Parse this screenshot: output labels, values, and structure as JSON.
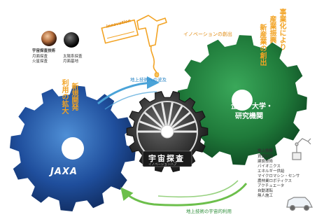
{
  "center": {
    "title": "宇宙探査",
    "subtitle": "イノベーションハブ"
  },
  "jaxa_gear": {
    "logo": "JAXA",
    "vertical_1": "新規開発",
    "vertical_2": "利用の拡大"
  },
  "partner_gear": {
    "main_line_1": "企業・大学・",
    "main_line_2": "研究機関",
    "vertical_1": "事業化により",
    "vertical_2": "産業振興",
    "vertical_3": "新産業の創出"
  },
  "innovation": {
    "box_label": "innovation",
    "label": "イノベーションの創出"
  },
  "top_arrow_label": "地上技術への波及",
  "bottom_arrow_label": "地上技術の宇宙的利用",
  "space_tech": {
    "title": "宇宙探査技術",
    "items": [
      "月面探査",
      "火星探査",
      "太陽系探査",
      "月面基地"
    ]
  },
  "ground_tech": {
    "title": "地上技術",
    "items": [
      "資源利用",
      "建設技術",
      "バイオニクス",
      "エネルギー供給",
      "マイクロマシン・センサ",
      "農林業ロボティクス",
      "アクチュエータ",
      "自動運転",
      "無人施工"
    ]
  },
  "colors": {
    "blue_gear": "#1f4e9c",
    "green_gear": "#1f7a3a",
    "dark_gear": "#2e2e2e",
    "orange": "#f2a324",
    "light_blue": "#4aa3d8",
    "light_green": "#6cbf4b"
  }
}
